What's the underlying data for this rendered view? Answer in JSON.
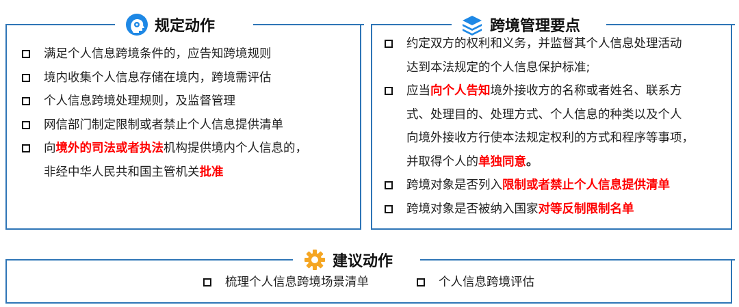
{
  "left_panel": {
    "title": "规定动作",
    "icon": "brain-gear-head-icon",
    "items": [
      {
        "a": "满足个人信息跨境条件的，应告知跨境规则"
      },
      {
        "a": "境内收集个人信息存储在境内，跨境需评估"
      },
      {
        "a": "个人信息跨境处理规则，及监督管理"
      },
      {
        "a": "网信部门制定限制或者禁止个人信息提供清单"
      },
      {
        "a": "向",
        "b": "境外的司法或者执法",
        "c": "机构提供境内个人信息的，",
        "d": "非经中华人民共和国主管机关",
        "e": "批准"
      }
    ]
  },
  "right_panel": {
    "title": "跨境管理要点",
    "icon": "stacked-layers-icon",
    "items": [
      {
        "a": "约定双方的权利和义务，并监督其个人信息处理活动",
        "b": "达到本法规定的个人信息保护标准;"
      },
      {
        "a": "应当",
        "b": "向个人告知",
        "c": "境外接收方的名称或者姓名、联系方",
        "d": "式、处理目的、处理方式、个人信息的种类以及个人",
        "e": "向境外接收方行使本法规定权利的方式和程序等事项，",
        "f": "并取得个人的",
        "g": "单独同意",
        "h": "。"
      },
      {
        "a": "跨境对象是否列入",
        "b": "限制或者禁止个人信息提供清单"
      },
      {
        "a": "跨境对象是否被纳入国家",
        "b": "对等反制限制名单"
      }
    ]
  },
  "bottom_panel": {
    "title": "建议动作",
    "icon": "gear-icon",
    "items": [
      {
        "a": "梳理个人信息跨境场景清单"
      },
      {
        "a": "个人信息跨境评估"
      }
    ]
  },
  "colors": {
    "border": "#2e75b6",
    "highlight": "#ff0000",
    "icon_blue": "#1e88e5",
    "icon_orange": "#f5a623"
  }
}
